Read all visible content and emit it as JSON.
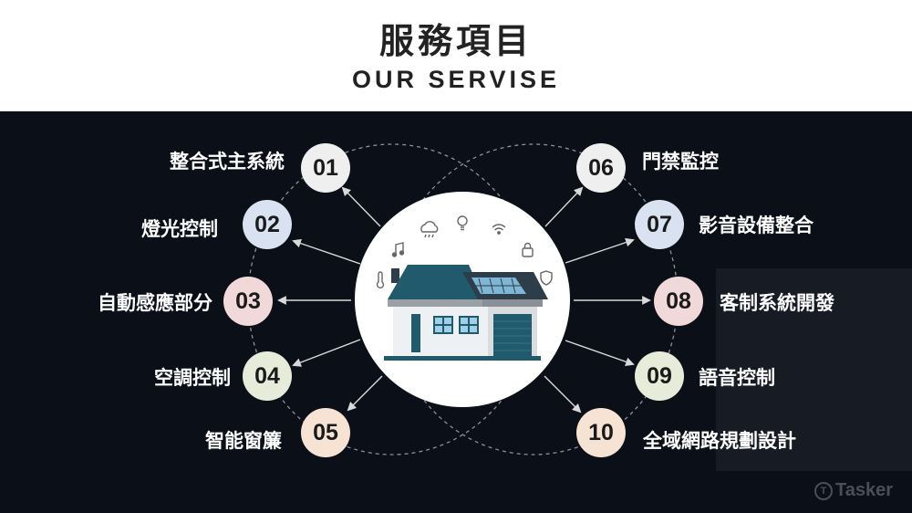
{
  "header": {
    "title": "服務項目",
    "subtitle": "OUR  SERVISE"
  },
  "services": [
    {
      "number": "01",
      "label": "整合式主系統",
      "color": "#efefef"
    },
    {
      "number": "02",
      "label": "燈光控制",
      "color": "#d8e2f0"
    },
    {
      "number": "03",
      "label": "自動感應部分",
      "color": "#f2d9d9"
    },
    {
      "number": "04",
      "label": "空調控制",
      "color": "#e6ecd9"
    },
    {
      "number": "05",
      "label": "智能窗簾",
      "color": "#f6e3d3"
    },
    {
      "number": "06",
      "label": "門禁監控",
      "color": "#efefef"
    },
    {
      "number": "07",
      "label": "影音設備整合",
      "color": "#d8e2f0"
    },
    {
      "number": "08",
      "label": "客制系統開發",
      "color": "#f2d9d9"
    },
    {
      "number": "09",
      "label": "語音控制",
      "color": "#e6ecd9"
    },
    {
      "number": "10",
      "label": "全域網路規劃設計",
      "color": "#f6e3d3"
    }
  ],
  "brand": {
    "name": "Tasker",
    "icon": "t-logo-icon"
  },
  "icons": [
    "cloud-rain-icon",
    "lightbulb-icon",
    "wifi-icon",
    "lock-icon",
    "shield-icon",
    "music-note-icon",
    "thermometer-icon",
    "house-icon"
  ]
}
